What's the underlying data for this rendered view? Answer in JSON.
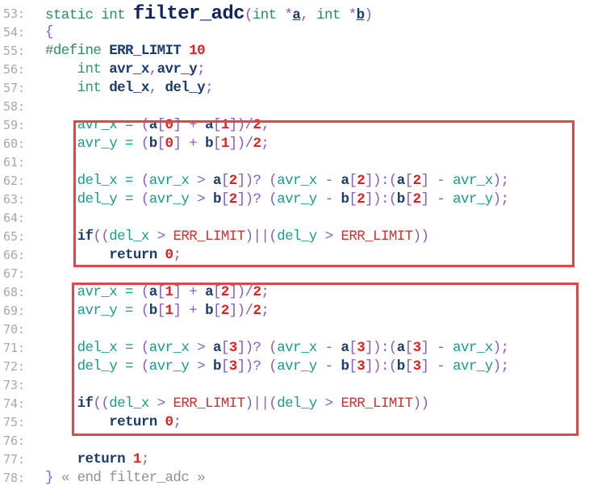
{
  "editor": {
    "highlight_color": "#e04848",
    "lines": [
      {
        "num": "53:",
        "tokens": [
          [
            "static int ",
            "k-kw"
          ],
          [
            "filter_adc",
            "k-func"
          ],
          [
            "(",
            "k-punc"
          ],
          [
            "int ",
            "k-kw"
          ],
          [
            "*",
            "k-punc"
          ],
          [
            "a",
            "k-bold u"
          ],
          [
            ", ",
            "k-punc"
          ],
          [
            "int ",
            "k-kw"
          ],
          [
            "*",
            "k-punc"
          ],
          [
            "b",
            "k-bold u"
          ],
          [
            ")",
            "k-punc"
          ]
        ]
      },
      {
        "num": "54:",
        "tokens": [
          [
            "{",
            "k-punc"
          ]
        ]
      },
      {
        "num": "55:",
        "tokens": [
          [
            "#define ",
            "k-pp"
          ],
          [
            "ERR_LIMIT ",
            "k-bold"
          ],
          [
            "10",
            "k-num"
          ]
        ]
      },
      {
        "num": "56:",
        "tokens": [
          [
            "    int ",
            "k-type"
          ],
          [
            "avr_x",
            "k-bold"
          ],
          [
            ",",
            "k-punc"
          ],
          [
            "avr_y",
            "k-bold"
          ],
          [
            ";",
            "k-punc"
          ]
        ]
      },
      {
        "num": "57:",
        "tokens": [
          [
            "    int ",
            "k-type"
          ],
          [
            "del_x",
            "k-bold"
          ],
          [
            ", ",
            "k-punc"
          ],
          [
            "del_y",
            "k-bold"
          ],
          [
            ";",
            "k-punc"
          ]
        ]
      },
      {
        "num": "58:",
        "tokens": []
      },
      {
        "num": "59:",
        "tokens": [
          [
            "    avr_x = ",
            "k-id"
          ],
          [
            "(",
            "k-punc"
          ],
          [
            "a",
            "k-bold"
          ],
          [
            "[",
            "k-punc"
          ],
          [
            "0",
            "k-num"
          ],
          [
            "] + ",
            "k-punc"
          ],
          [
            "a",
            "k-bold"
          ],
          [
            "[",
            "k-punc"
          ],
          [
            "1",
            "k-num"
          ],
          [
            "])/",
            "k-punc"
          ],
          [
            "2",
            "k-num"
          ],
          [
            ";",
            "k-punc"
          ]
        ]
      },
      {
        "num": "60:",
        "tokens": [
          [
            "    avr_y = ",
            "k-id"
          ],
          [
            "(",
            "k-punc"
          ],
          [
            "b",
            "k-bold"
          ],
          [
            "[",
            "k-punc"
          ],
          [
            "0",
            "k-num"
          ],
          [
            "] + ",
            "k-punc"
          ],
          [
            "b",
            "k-bold"
          ],
          [
            "[",
            "k-punc"
          ],
          [
            "1",
            "k-num"
          ],
          [
            "])/",
            "k-punc"
          ],
          [
            "2",
            "k-num"
          ],
          [
            ";",
            "k-punc"
          ]
        ]
      },
      {
        "num": "61:",
        "tokens": []
      },
      {
        "num": "62:",
        "tokens": [
          [
            "    del_x = ",
            "k-id"
          ],
          [
            "(",
            "k-punc"
          ],
          [
            "avr_x",
            "k-id"
          ],
          [
            " > ",
            "k-punc"
          ],
          [
            "a",
            "k-bold"
          ],
          [
            "[",
            "k-punc"
          ],
          [
            "2",
            "k-num"
          ],
          [
            "])? (",
            "k-punc"
          ],
          [
            "avr_x",
            "k-id"
          ],
          [
            " - ",
            "k-punc"
          ],
          [
            "a",
            "k-bold"
          ],
          [
            "[",
            "k-punc"
          ],
          [
            "2",
            "k-num"
          ],
          [
            "]):(",
            "k-punc"
          ],
          [
            "a",
            "k-bold"
          ],
          [
            "[",
            "k-punc"
          ],
          [
            "2",
            "k-num"
          ],
          [
            "] - ",
            "k-punc"
          ],
          [
            "avr_x",
            "k-id"
          ],
          [
            ");",
            "k-punc"
          ]
        ]
      },
      {
        "num": "63:",
        "tokens": [
          [
            "    del_y = ",
            "k-id"
          ],
          [
            "(",
            "k-punc"
          ],
          [
            "avr_y",
            "k-id"
          ],
          [
            " > ",
            "k-punc"
          ],
          [
            "b",
            "k-bold"
          ],
          [
            "[",
            "k-punc"
          ],
          [
            "2",
            "k-num"
          ],
          [
            "])? (",
            "k-punc"
          ],
          [
            "avr_y",
            "k-id"
          ],
          [
            " - ",
            "k-punc"
          ],
          [
            "b",
            "k-bold"
          ],
          [
            "[",
            "k-punc"
          ],
          [
            "2",
            "k-num"
          ],
          [
            "]):(",
            "k-punc"
          ],
          [
            "b",
            "k-bold"
          ],
          [
            "[",
            "k-punc"
          ],
          [
            "2",
            "k-num"
          ],
          [
            "] - ",
            "k-punc"
          ],
          [
            "avr_y",
            "k-id"
          ],
          [
            ");",
            "k-punc"
          ]
        ]
      },
      {
        "num": "64:",
        "tokens": []
      },
      {
        "num": "65:",
        "tokens": [
          [
            "    if",
            "k-bold"
          ],
          [
            "((",
            "k-punc"
          ],
          [
            "del_x",
            "k-id"
          ],
          [
            " > ",
            "k-punc"
          ],
          [
            "ERR_LIMIT",
            "k-const"
          ],
          [
            ")||(",
            "k-punc"
          ],
          [
            "del_y",
            "k-id"
          ],
          [
            " > ",
            "k-punc"
          ],
          [
            "ERR_LIMIT",
            "k-const"
          ],
          [
            "))",
            "k-punc"
          ]
        ]
      },
      {
        "num": "66:",
        "tokens": [
          [
            "        return ",
            "k-bold"
          ],
          [
            "0",
            "k-num"
          ],
          [
            ";",
            "k-punc"
          ]
        ]
      },
      {
        "num": "67:",
        "tokens": []
      },
      {
        "num": "68:",
        "tokens": [
          [
            "    avr_x = ",
            "k-id"
          ],
          [
            "(",
            "k-punc"
          ],
          [
            "a",
            "k-bold"
          ],
          [
            "[",
            "k-punc"
          ],
          [
            "1",
            "k-num"
          ],
          [
            "] + ",
            "k-punc"
          ],
          [
            "a",
            "k-bold"
          ],
          [
            "[",
            "k-punc"
          ],
          [
            "2",
            "k-num"
          ],
          [
            "])/",
            "k-punc"
          ],
          [
            "2",
            "k-num"
          ],
          [
            ";",
            "k-punc"
          ]
        ]
      },
      {
        "num": "69:",
        "tokens": [
          [
            "    avr_y = ",
            "k-id"
          ],
          [
            "(",
            "k-punc"
          ],
          [
            "b",
            "k-bold"
          ],
          [
            "[",
            "k-punc"
          ],
          [
            "1",
            "k-num"
          ],
          [
            "] + ",
            "k-punc"
          ],
          [
            "b",
            "k-bold"
          ],
          [
            "[",
            "k-punc"
          ],
          [
            "2",
            "k-num"
          ],
          [
            "])/",
            "k-punc"
          ],
          [
            "2",
            "k-num"
          ],
          [
            ";",
            "k-punc"
          ]
        ]
      },
      {
        "num": "70:",
        "tokens": []
      },
      {
        "num": "71:",
        "tokens": [
          [
            "    del_x = ",
            "k-id"
          ],
          [
            "(",
            "k-punc"
          ],
          [
            "avr_x",
            "k-id"
          ],
          [
            " > ",
            "k-punc"
          ],
          [
            "a",
            "k-bold"
          ],
          [
            "[",
            "k-punc"
          ],
          [
            "3",
            "k-num"
          ],
          [
            "])? (",
            "k-punc"
          ],
          [
            "avr_x",
            "k-id"
          ],
          [
            " - ",
            "k-punc"
          ],
          [
            "a",
            "k-bold"
          ],
          [
            "[",
            "k-punc"
          ],
          [
            "3",
            "k-num"
          ],
          [
            "]):(",
            "k-punc"
          ],
          [
            "a",
            "k-bold"
          ],
          [
            "[",
            "k-punc"
          ],
          [
            "3",
            "k-num"
          ],
          [
            "] - ",
            "k-punc"
          ],
          [
            "avr_x",
            "k-id"
          ],
          [
            ");",
            "k-punc"
          ]
        ]
      },
      {
        "num": "72:",
        "tokens": [
          [
            "    del_y = ",
            "k-id"
          ],
          [
            "(",
            "k-punc"
          ],
          [
            "avr_y",
            "k-id"
          ],
          [
            " > ",
            "k-punc"
          ],
          [
            "b",
            "k-bold"
          ],
          [
            "[",
            "k-punc"
          ],
          [
            "3",
            "k-num"
          ],
          [
            "])? (",
            "k-punc"
          ],
          [
            "avr_y",
            "k-id"
          ],
          [
            " - ",
            "k-punc"
          ],
          [
            "b",
            "k-bold"
          ],
          [
            "[",
            "k-punc"
          ],
          [
            "3",
            "k-num"
          ],
          [
            "]):(",
            "k-punc"
          ],
          [
            "b",
            "k-bold"
          ],
          [
            "[",
            "k-punc"
          ],
          [
            "3",
            "k-num"
          ],
          [
            "] - ",
            "k-punc"
          ],
          [
            "avr_y",
            "k-id"
          ],
          [
            ");",
            "k-punc"
          ]
        ]
      },
      {
        "num": "73:",
        "tokens": []
      },
      {
        "num": "74:",
        "tokens": [
          [
            "    if",
            "k-bold"
          ],
          [
            "((",
            "k-punc"
          ],
          [
            "del_x",
            "k-id"
          ],
          [
            " > ",
            "k-punc"
          ],
          [
            "ERR_LIMIT",
            "k-const"
          ],
          [
            ")||(",
            "k-punc"
          ],
          [
            "del_y",
            "k-id"
          ],
          [
            " > ",
            "k-punc"
          ],
          [
            "ERR_LIMIT",
            "k-const"
          ],
          [
            "))",
            "k-punc"
          ]
        ]
      },
      {
        "num": "75:",
        "tokens": [
          [
            "        return ",
            "k-bold"
          ],
          [
            "0",
            "k-num"
          ],
          [
            ";",
            "k-punc"
          ]
        ]
      },
      {
        "num": "76:",
        "tokens": []
      },
      {
        "num": "77:",
        "tokens": [
          [
            "    return ",
            "k-bold"
          ],
          [
            "1",
            "k-num"
          ],
          [
            ";",
            "k-punc"
          ]
        ]
      },
      {
        "num": "78:",
        "tokens": [
          [
            "} ",
            "k-punc"
          ],
          [
            "« end filter_adc »",
            "k-comment"
          ]
        ]
      }
    ]
  }
}
